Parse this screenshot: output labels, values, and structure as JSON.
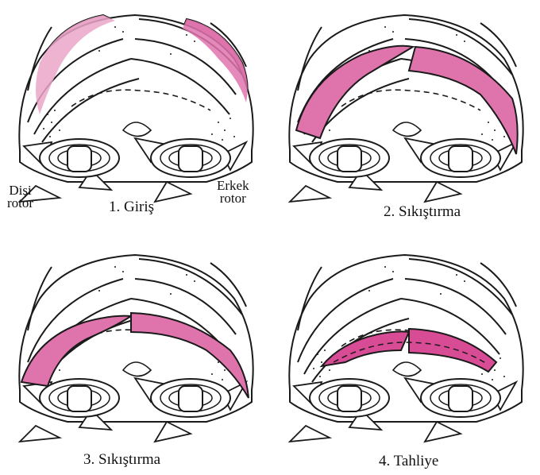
{
  "panels": [
    {
      "caption": "1. Giriş",
      "pink_region": "top-corners"
    },
    {
      "caption": "2. Sıkıştırma",
      "pink_region": "wide-band"
    },
    {
      "caption": "3. Sıkıştırma",
      "pink_region": "middle-band"
    },
    {
      "caption": "4. Tahliye",
      "pink_region": "bottom-band"
    }
  ],
  "labels": {
    "female_rotor_1": "Dişi",
    "female_rotor_2": "rotor",
    "male_rotor_1": "Erkek",
    "male_rotor_2": "rotor"
  },
  "colors": {
    "highlight": "#e07ab0",
    "highlight_dark": "#d84c96",
    "line": "#1a1a1a",
    "background": "#ffffff"
  }
}
